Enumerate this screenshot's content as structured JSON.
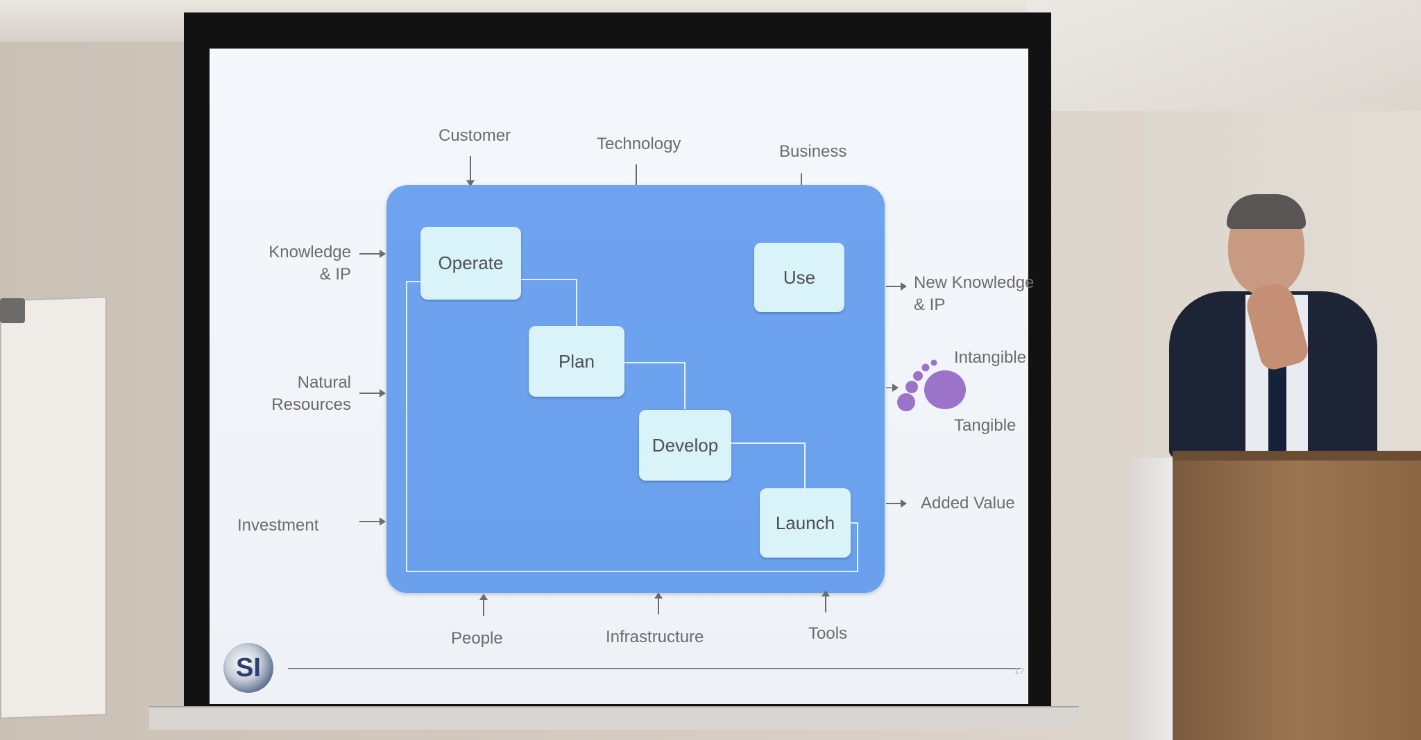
{
  "slide": {
    "top_inputs": [
      "Customer",
      "Technology",
      "Business"
    ],
    "bottom_inputs": [
      "People",
      "Infrastructure",
      "Tools"
    ],
    "left_inputs": [
      "Knowledge\n& IP",
      "Natural\nResources",
      "Investment"
    ],
    "right_outputs": {
      "new_knowledge": "New Knowledge\n& IP",
      "intangible": "Intangible",
      "tangible": "Tangible",
      "added_value": "Added Value"
    },
    "steps": {
      "operate": "Operate",
      "plan": "Plan",
      "develop": "Develop",
      "launch": "Launch",
      "use": "Use"
    },
    "logo_text": "SI",
    "page_number": "17"
  },
  "colors": {
    "process_box": "#6fa3ef",
    "step_box": "#d9f3f8",
    "footprint": "#9b74c9",
    "label": "#6b6b6b"
  }
}
